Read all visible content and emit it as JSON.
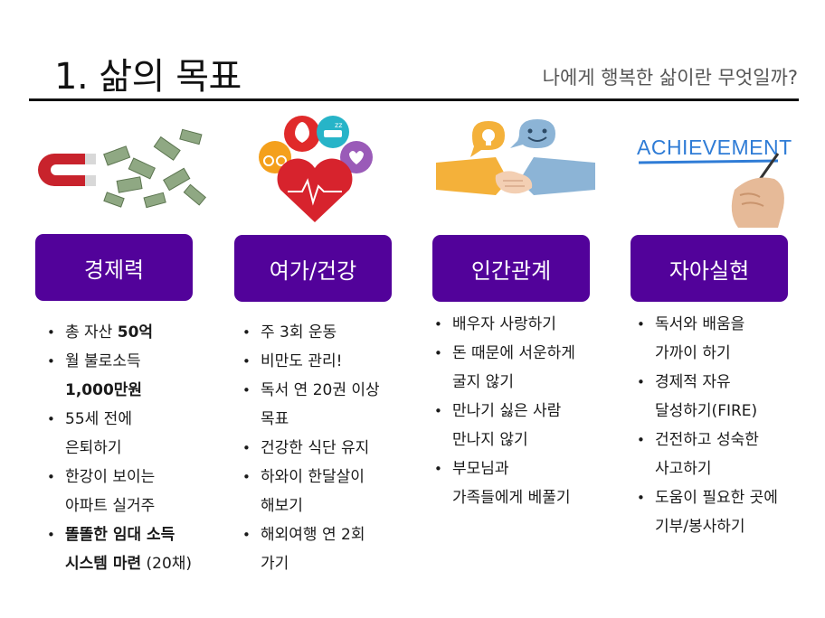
{
  "title": "1. 삶의 목표",
  "subtitle": "나에게 행복한 삶이란 무엇일까?",
  "achievement_text": "ACHIEVEMENT",
  "categories": [
    {
      "label": "경제력",
      "items": [
        {
          "pre": "총 자산 ",
          "bold": "50억",
          "line2": "",
          "suffix": ""
        },
        {
          "pre": "월 불로소득",
          "bold": "",
          "line2": "1,000만원",
          "suffix": ""
        },
        {
          "pre": "55세 전에",
          "bold": "",
          "line2": "은퇴하기",
          "suffix": ""
        },
        {
          "pre": "한강이 보이는",
          "bold": "",
          "line2": "아파트 실거주",
          "suffix": ""
        },
        {
          "pre": "",
          "bold": "똘똘한 임대 소득",
          "line2": "시스템 마련",
          "suffix": " (20채)"
        }
      ]
    },
    {
      "label": "여가/건강",
      "items": [
        {
          "text": "주 3회 운동",
          "line2": ""
        },
        {
          "text": "비만도 관리!",
          "line2": ""
        },
        {
          "text": "독서 연 20권 이상",
          "line2": "목표"
        },
        {
          "text": "건강한 식단 유지",
          "line2": ""
        },
        {
          "text": "하와이 한달살이",
          "line2": "해보기"
        },
        {
          "text": "해외여행 연 2회",
          "line2": "가기"
        }
      ]
    },
    {
      "label": "인간관계",
      "items": [
        {
          "text": "배우자 사랑하기",
          "line2": ""
        },
        {
          "text": "돈 때문에 서운하게",
          "line2": "굴지 않기"
        },
        {
          "text": "만나기 싫은 사람",
          "line2": "만나지 않기"
        },
        {
          "text": "부모님과",
          "line2": "가족들에게 베풀기"
        }
      ]
    },
    {
      "label": "자아실현",
      "items": [
        {
          "text": "독서와 배움을",
          "line2": "가까이 하기"
        },
        {
          "text": "경제적 자유",
          "line2": "달성하기(FIRE)"
        },
        {
          "text": "건전하고 성숙한",
          "line2": "사고하기"
        },
        {
          "text": "도움이 필요한 곳에",
          "line2": "기부/봉사하기"
        }
      ]
    }
  ]
}
